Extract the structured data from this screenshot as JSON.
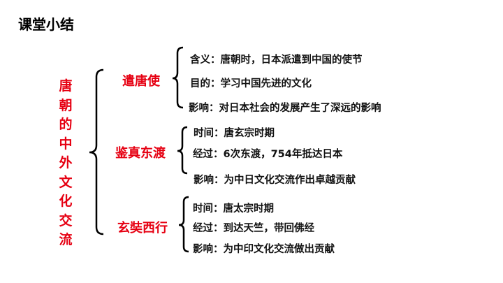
{
  "title": "课堂小结",
  "main_topic": "唐朝的中外文化交流",
  "branches": [
    {
      "label": "遣唐使",
      "items": [
        "含义：唐朝时，日本派遣到中国的使节",
        "目的：学习中国先进的文化",
        "影响：对日本社会的发展产生了深远的影响"
      ]
    },
    {
      "label": "鉴真东渡",
      "items": [
        "时间：唐玄宗时期",
        "经过：6次东渡，754年抵达日本",
        "影响：为中日文化交流作出卓越贡献"
      ]
    },
    {
      "label": "玄奘西行",
      "items": [
        "时间：唐太宗时期",
        "经过：到达天竺，带回佛经",
        "影响：为中印文化交流做出贡献"
      ]
    }
  ]
}
